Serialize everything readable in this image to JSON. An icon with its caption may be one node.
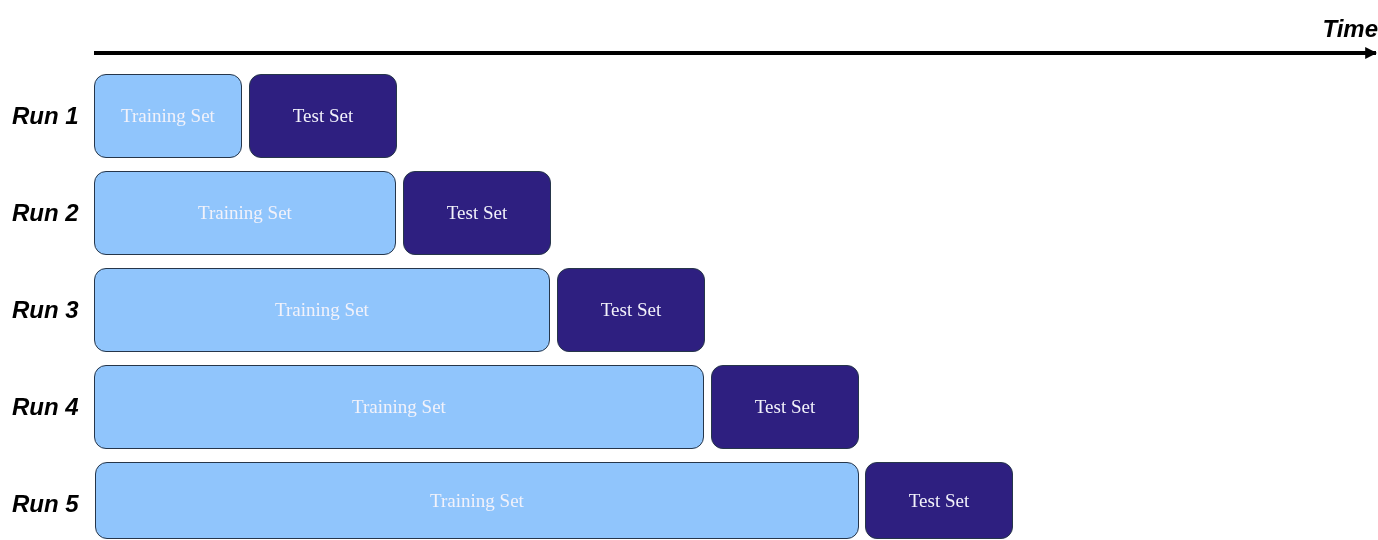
{
  "diagram": {
    "nodes": [
      {
        "text": [
          "Training Set"
        ]
      },
      {
        "text": [
          "Test Set"
        ]
      },
      {
        "text": [
          "Training Set"
        ]
      },
      {
        "text": [
          "Test Set"
        ]
      },
      {
        "text": [
          "Training Set"
        ]
      },
      {
        "text": [
          "Test Set"
        ]
      },
      {
        "text": [
          "Training Set"
        ]
      },
      {
        "text": [
          "Test Set"
        ]
      },
      {
        "text": [
          "Training Set"
        ]
      },
      {
        "text": [
          "Test Set"
        ]
      }
    ],
    "labels": [
      "Time",
      "Run 1",
      "Run 2",
      "Run 3",
      "Run 4",
      "Run 5"
    ]
  }
}
